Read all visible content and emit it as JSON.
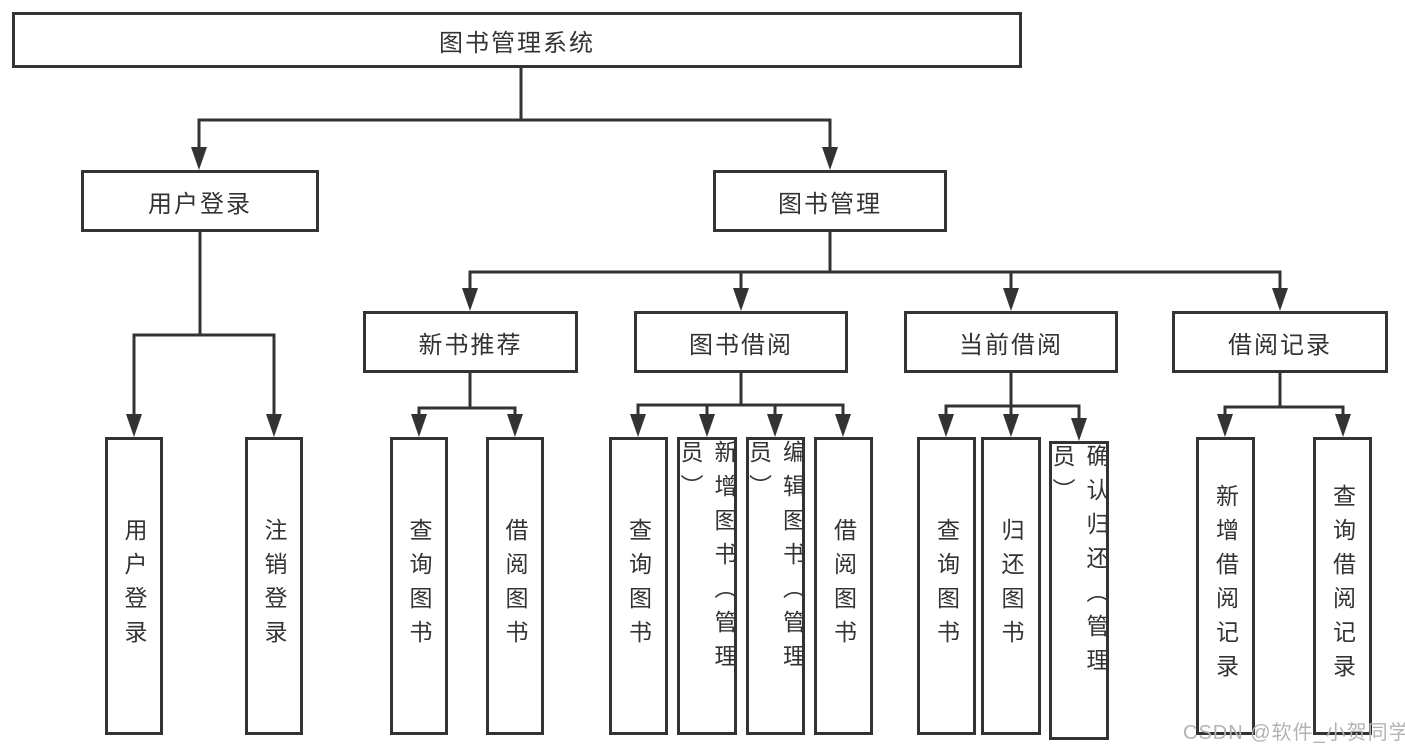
{
  "diagram": {
    "nodes": {
      "root": "图书管理系统",
      "level2": [
        "用户登录",
        "图书管理"
      ],
      "level3": [
        "新书推荐",
        "图书借阅",
        "当前借阅",
        "借阅记录"
      ],
      "leaves": [
        "用户登录",
        "注销登录",
        "查询图书",
        "借阅图书",
        "查询图书",
        "新增图书（管理员）",
        "编辑图书（管理员）",
        "借阅图书",
        "查询图书",
        "归还图书",
        "确认归还（管理员）",
        "新增借阅记录",
        "查询借阅记录"
      ]
    },
    "hierarchy": {
      "图书管理系统": {
        "用户登录": [
          "用户登录",
          "注销登录"
        ],
        "图书管理": {
          "新书推荐": [
            "查询图书",
            "借阅图书"
          ],
          "图书借阅": [
            "查询图书",
            "新增图书（管理员）",
            "编辑图书（管理员）",
            "借阅图书"
          ],
          "当前借阅": [
            "查询图书",
            "归还图书",
            "确认归还（管理员）"
          ],
          "借阅记录": [
            "新增借阅记录",
            "查询借阅记录"
          ]
        }
      }
    }
  },
  "watermark": "CSDN @软件_小贺同学",
  "colors": {
    "line": "#333333",
    "text": "#333333",
    "background": "#ffffff",
    "watermark": "#b3b3b3"
  }
}
